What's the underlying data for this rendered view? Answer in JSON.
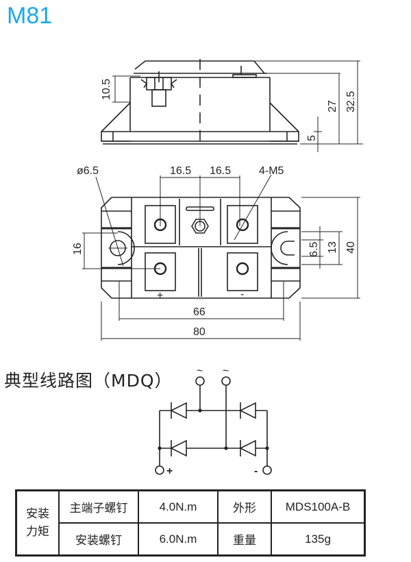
{
  "title": "M81",
  "side_view": {
    "dims": {
      "terminal_height": "10.5",
      "body_height": "27",
      "total_height": "32.5",
      "base_height": "5"
    }
  },
  "top_view": {
    "dims": {
      "hole_diameter": "ø6.5",
      "pitch_left": "16.5",
      "pitch_right": "16.5",
      "terminal_screws": "4-M5",
      "hole_spacing": "16",
      "slot_width": "6.5",
      "slot_span": "13",
      "total_width": "40",
      "mount_pitch": "66",
      "total_length": "80"
    },
    "terminal_marks": {
      "plus": "+",
      "minus": "-"
    }
  },
  "circuit": {
    "heading": "典型线路图（MDQ）",
    "ac_label": "~",
    "pos_label": "+",
    "neg_label": "-"
  },
  "spec_table": {
    "group_label_line1": "安装",
    "group_label_line2": "力矩",
    "rows": [
      {
        "label": "主端子螺钉",
        "value": "4.0N.m",
        "label2": "外形",
        "value2": "MDS100A-B"
      },
      {
        "label": "安装螺钉",
        "value": "6.0N.m",
        "label2": "重量",
        "value2": "135g"
      }
    ]
  },
  "colors": {
    "title": "#1aa7ec",
    "line": "#222222"
  }
}
